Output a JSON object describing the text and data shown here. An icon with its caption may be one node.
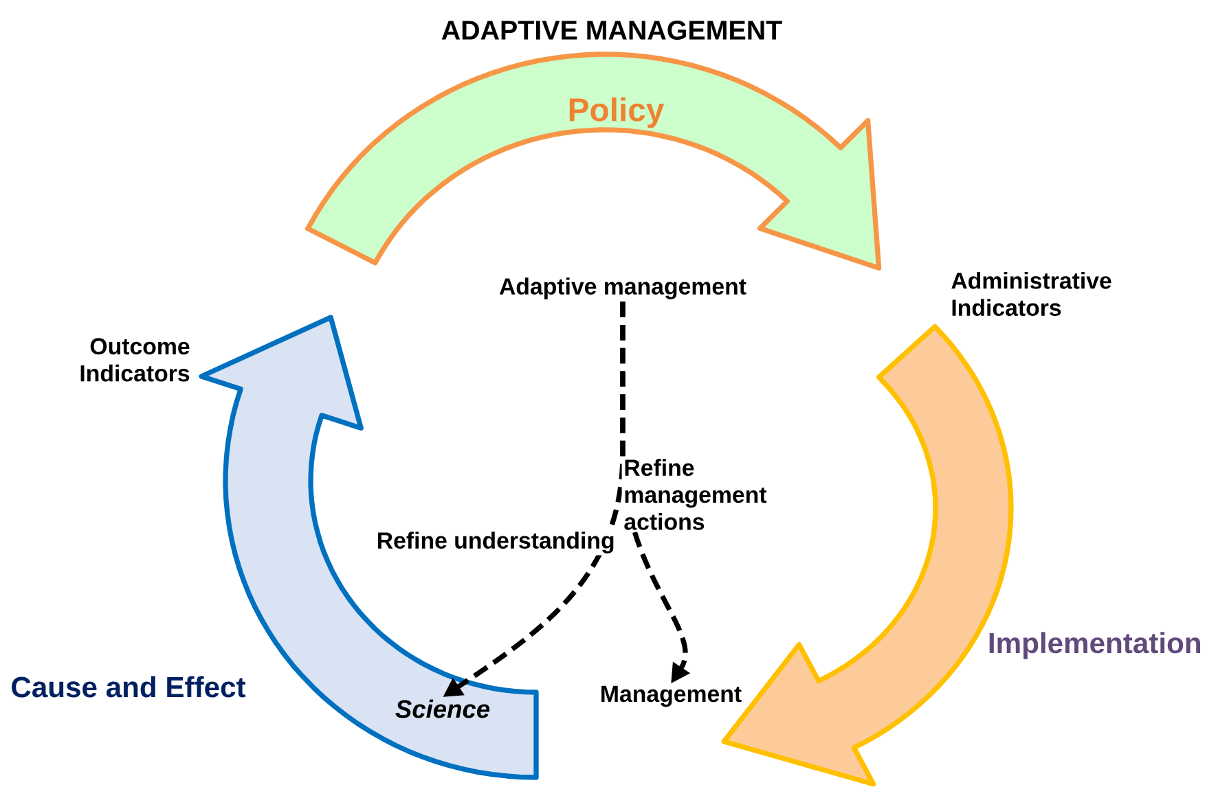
{
  "diagram": {
    "title": "ADAPTIVE MANAGEMENT",
    "nodes": [
      {
        "text": [
          "Policy"
        ]
      },
      {
        "text": [
          "Implementation"
        ]
      },
      {
        "text": [
          "Cause and Effect"
        ]
      },
      {
        "text": [
          "Adaptive management"
        ]
      },
      {
        "text": [
          "Science"
        ],
        "in": 2
      },
      {
        "text": [
          "Management"
        ]
      }
    ],
    "edges": [
      {
        "from": 3,
        "to": 4,
        "arrow": "to",
        "label": "Refine understanding",
        "style": "dashed"
      },
      {
        "from": 3,
        "to": 5,
        "arrow": "to",
        "label": "Refine management actions",
        "style": "dashed"
      }
    ],
    "labels": [
      "Administrative Indicators",
      "Outcome Indicators"
    ]
  }
}
